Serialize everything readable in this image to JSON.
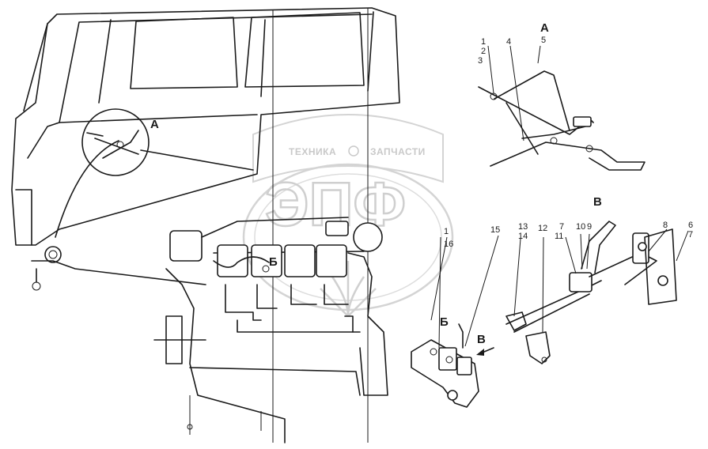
{
  "callouts": {
    "view_a_main": "А",
    "view_a_detail": "А",
    "view_b_main": "Б",
    "view_b_detail": "Б",
    "view_v_title": "В",
    "view_v_arrow": "В"
  },
  "part_numbers": {
    "a1": "1",
    "a2": "2",
    "a3": "3",
    "a4": "4",
    "a5": "5",
    "n1": "1",
    "n16": "16",
    "n15": "15",
    "n13": "13",
    "n14": "14",
    "n12": "12",
    "n7": "7",
    "n11": "11",
    "n10": "10",
    "n9": "9",
    "n8": "8",
    "n6": "6",
    "n7b": "7"
  },
  "watermark": {
    "line1_left": "ТЕХНИКА",
    "line1_right": "ЗАПЧАСТИ",
    "logo": "ЭПФ"
  },
  "colors": {
    "ink": "#1a1a1a",
    "watermark": "#cfcfcf",
    "background": "#ffffff"
  }
}
